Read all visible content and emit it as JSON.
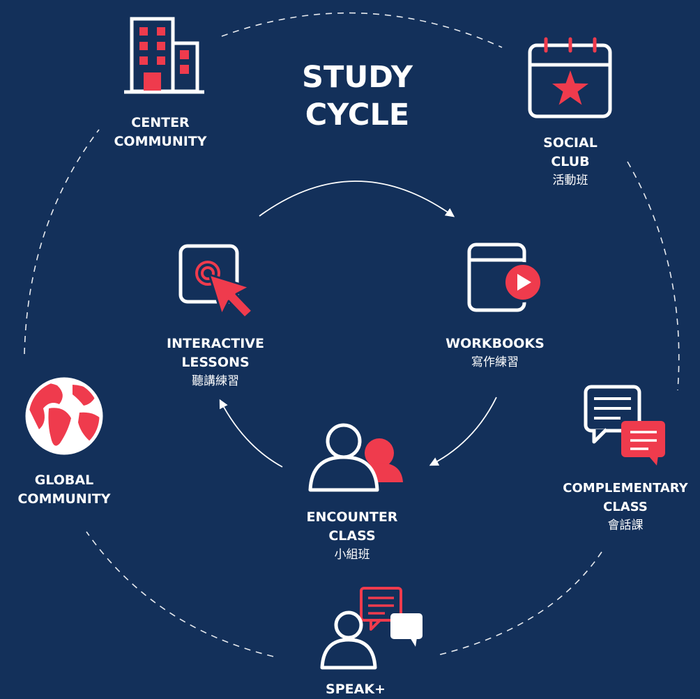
{
  "diagram": {
    "title_line1": "STUDY",
    "title_line2": "CYCLE",
    "colors": {
      "background": "#13305a",
      "accent": "#ef3b4d",
      "line": "#ffffff"
    },
    "outer_nodes": [
      {
        "id": "center-community",
        "icon": "building-icon",
        "line1": "CENTER",
        "line2": "COMMUNITY",
        "zh": ""
      },
      {
        "id": "social-club",
        "icon": "calendar-star-icon",
        "line1": "SOCIAL",
        "line2": "CLUB",
        "zh": "活動班"
      },
      {
        "id": "complementary-class",
        "icon": "chat-bubbles-icon",
        "line1": "COMPLEMENTARY",
        "line2": "CLASS",
        "zh": "會話課"
      },
      {
        "id": "speak-plus",
        "icon": "speaker-chat-icon",
        "line1": "SPEAK+",
        "line2": "",
        "zh": ""
      },
      {
        "id": "global-community",
        "icon": "globe-icon",
        "line1": "GLOBAL",
        "line2": "COMMUNITY",
        "zh": ""
      }
    ],
    "inner_nodes": [
      {
        "id": "interactive-lessons",
        "icon": "touch-cursor-icon",
        "line1": "INTERACTIVE",
        "line2": "LESSONS",
        "zh": "聽講練習"
      },
      {
        "id": "workbooks",
        "icon": "book-play-icon",
        "line1": "WORKBOOKS",
        "line2": "",
        "zh": "寫作練習"
      },
      {
        "id": "encounter-class",
        "icon": "group-people-icon",
        "line1": "ENCOUNTER",
        "line2": "CLASS",
        "zh": "小組班"
      }
    ]
  }
}
